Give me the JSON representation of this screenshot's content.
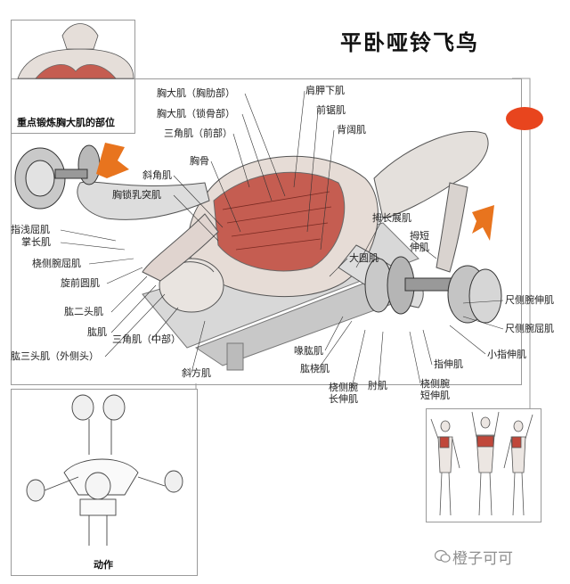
{
  "title": "平卧哑铃飞鸟",
  "inset_top": {
    "caption": "重点锻炼胸大肌的部位"
  },
  "inset_bottom": {
    "caption": "动作"
  },
  "watermark": "橙子可可",
  "colors": {
    "muscle_highlight": "#c0473a",
    "arrow": "#e8741e",
    "accent_oval": "#e8451e",
    "frame": "#9a9a9a"
  },
  "labels": {
    "pec_sternal": "胸大肌（胸肋部）",
    "pec_clavicular": "胸大肌（锁骨部）",
    "deltoid_front": "三角肌（前部）",
    "sternum": "胸骨",
    "scalene": "斜角肌",
    "sternocleidomastoid": "胸锁乳突肌",
    "flexor_digitorum_superficialis": "指浅屈肌",
    "palmaris_longus": "掌长肌",
    "flexor_carpi_radialis": "桡侧腕屈肌",
    "pronator_teres": "旋前圆肌",
    "biceps": "肱二头肌",
    "brachialis": "肱肌",
    "triceps_lateral": "肱三头肌（外侧头）",
    "deltoid_middle": "三角肌（中部）",
    "trapezius": "斜方肌",
    "subscapularis": "肩胛下肌",
    "serratus_anterior": "前锯肌",
    "latissimus_dorsi": "背阔肌",
    "abductor_pollicis_longus": "拇长展肌",
    "extensor_pollicis_brevis": "拇短伸肌",
    "teres_major": "大圆肌",
    "extensor_carpi_ulnaris": "尺侧腕伸肌",
    "flexor_carpi_ulnaris": "尺侧腕屈肌",
    "extensor_digiti_minimi": "小指伸肌",
    "extensor_digitorum": "指伸肌",
    "brachioradialis_top": "喙肱肌",
    "brachioradialis": "肱桡肌",
    "extensor_carpi_radialis_longus": "桡侧腕长伸肌",
    "anconeus": "肘肌",
    "extensor_carpi_radialis_brevis": "桡侧腕短伸肌"
  }
}
